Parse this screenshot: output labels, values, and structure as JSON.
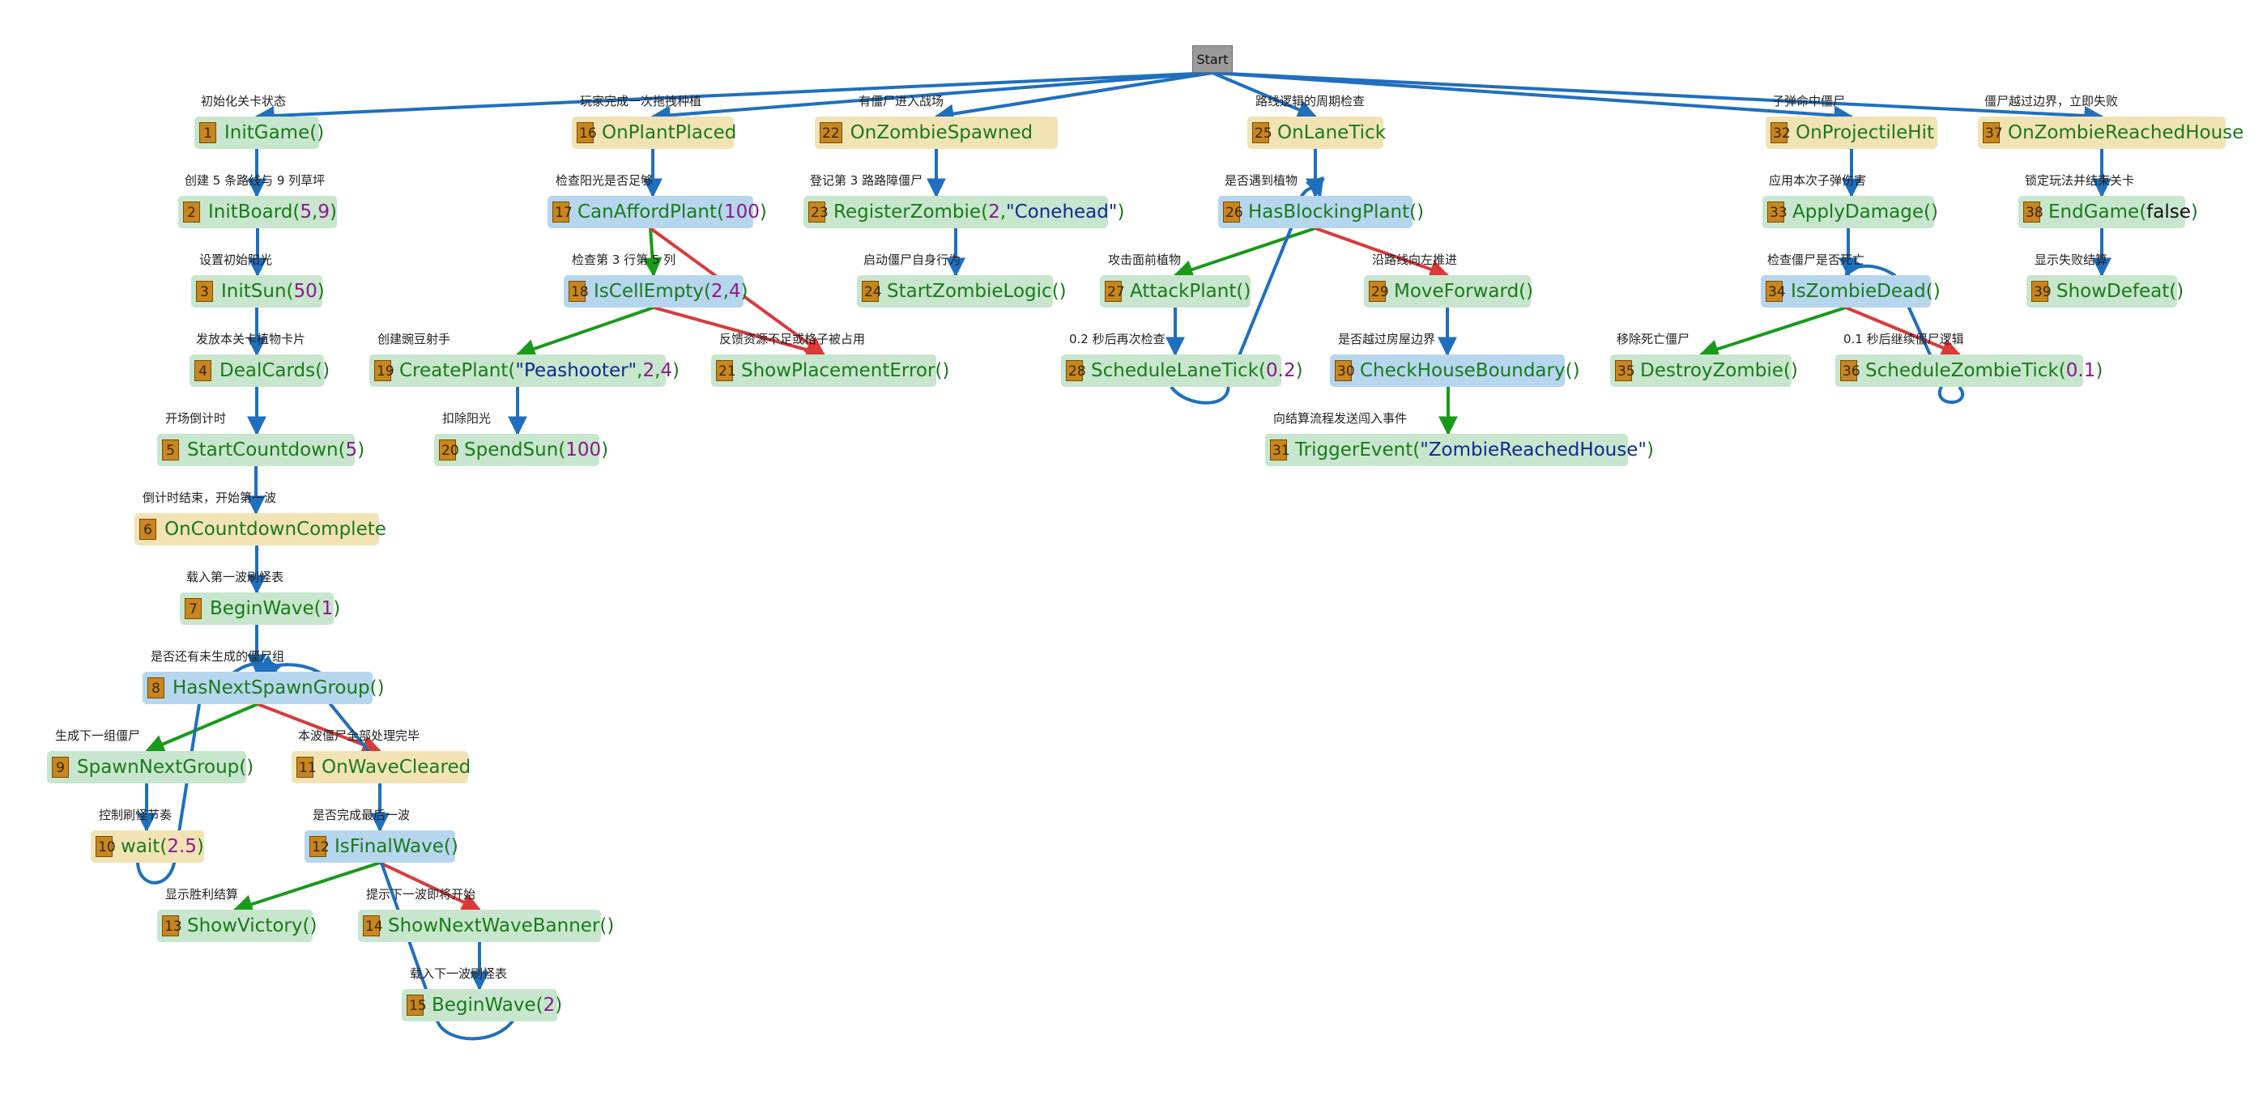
{
  "start_label": "Start",
  "nodes": [
    {
      "id": 1,
      "fn": "InitGame",
      "args": []
    },
    {
      "id": 2,
      "fn": "InitBoard",
      "args": [
        {
          "v": "5",
          "t": "num"
        },
        {
          "v": "9",
          "t": "num"
        }
      ]
    },
    {
      "id": 3,
      "fn": "InitSun",
      "args": [
        {
          "v": "50",
          "t": "num"
        }
      ]
    },
    {
      "id": 4,
      "fn": "DealCards",
      "args": []
    },
    {
      "id": 5,
      "fn": "StartCountdown",
      "args": [
        {
          "v": "5",
          "t": "num"
        }
      ]
    },
    {
      "id": 6,
      "fn": "OnCountdownComplete",
      "args": null
    },
    {
      "id": 7,
      "fn": "BeginWave",
      "args": [
        {
          "v": "1",
          "t": "num"
        }
      ]
    },
    {
      "id": 8,
      "fn": "HasNextSpawnGroup",
      "args": []
    },
    {
      "id": 9,
      "fn": "SpawnNextGroup",
      "args": []
    },
    {
      "id": 10,
      "fn": "wait",
      "args": [
        {
          "v": "2.5",
          "t": "num"
        }
      ]
    },
    {
      "id": 11,
      "fn": "OnWaveCleared",
      "args": null
    },
    {
      "id": 12,
      "fn": "IsFinalWave",
      "args": []
    },
    {
      "id": 13,
      "fn": "ShowVictory",
      "args": []
    },
    {
      "id": 14,
      "fn": "ShowNextWaveBanner",
      "args": []
    },
    {
      "id": 15,
      "fn": "BeginWave",
      "args": [
        {
          "v": "2",
          "t": "num"
        }
      ]
    },
    {
      "id": 16,
      "fn": "OnPlantPlaced",
      "args": null
    },
    {
      "id": 17,
      "fn": "CanAffordPlant",
      "args": [
        {
          "v": "100",
          "t": "num"
        }
      ]
    },
    {
      "id": 18,
      "fn": "IsCellEmpty",
      "args": [
        {
          "v": "2",
          "t": "num"
        },
        {
          "v": "4",
          "t": "num"
        }
      ]
    },
    {
      "id": 19,
      "fn": "CreatePlant",
      "args": [
        {
          "v": "\"Peashooter\"",
          "t": "str"
        },
        {
          "v": "2",
          "t": "num"
        },
        {
          "v": "4",
          "t": "num"
        }
      ]
    },
    {
      "id": 20,
      "fn": "SpendSun",
      "args": [
        {
          "v": "100",
          "t": "num"
        }
      ]
    },
    {
      "id": 21,
      "fn": "ShowPlacementError",
      "args": []
    },
    {
      "id": 22,
      "fn": "OnZombieSpawned",
      "args": null
    },
    {
      "id": 23,
      "fn": "RegisterZombie",
      "args": [
        {
          "v": "2",
          "t": "num"
        },
        {
          "v": "\"Conehead\"",
          "t": "str"
        }
      ]
    },
    {
      "id": 24,
      "fn": "StartZombieLogic",
      "args": []
    },
    {
      "id": 25,
      "fn": "OnLaneTick",
      "args": null
    },
    {
      "id": 26,
      "fn": "HasBlockingPlant",
      "args": []
    },
    {
      "id": 27,
      "fn": "AttackPlant",
      "args": []
    },
    {
      "id": 28,
      "fn": "ScheduleLaneTick",
      "args": [
        {
          "v": "0.2",
          "t": "num"
        }
      ]
    },
    {
      "id": 29,
      "fn": "MoveForward",
      "args": []
    },
    {
      "id": 30,
      "fn": "CheckHouseBoundary",
      "args": []
    },
    {
      "id": 31,
      "fn": "TriggerEvent",
      "args": [
        {
          "v": "\"ZombieReachedHouse\"",
          "t": "str"
        }
      ]
    },
    {
      "id": 32,
      "fn": "OnProjectileHit",
      "args": null
    },
    {
      "id": 33,
      "fn": "ApplyDamage",
      "args": []
    },
    {
      "id": 34,
      "fn": "IsZombieDead",
      "args": []
    },
    {
      "id": 35,
      "fn": "DestroyZombie",
      "args": []
    },
    {
      "id": 36,
      "fn": "ScheduleZombieTick",
      "args": [
        {
          "v": "0.1",
          "t": "num"
        }
      ]
    },
    {
      "id": 37,
      "fn": "OnZombieReachedHouse",
      "args": null
    },
    {
      "id": 38,
      "fn": "EndGame",
      "args": [
        {
          "v": "false",
          "t": "kw"
        }
      ]
    },
    {
      "id": 39,
      "fn": "ShowDefeat",
      "args": []
    }
  ],
  "edge_labels": [
    "初始化关卡状态",
    "创建 5 条路线与 9 列草坪",
    "设置初始阳光",
    "发放本关卡植物卡片",
    "开场倒计时",
    "倒计时结束，开始第一波",
    "载入第一波刷怪表",
    "是否还有未生成的僵尸组",
    "生成下一组僵尸",
    "控制刷怪节奏",
    "本波僵尸全部处理完毕",
    "是否完成最后一波",
    "显示胜利结算",
    "提示下一波即将开始",
    "载入下一波刷怪表",
    "玩家完成一次拖拽种植",
    "检查阳光是否足够",
    "检查第 3 行第 5 列",
    "创建豌豆射手",
    "扣除阳光",
    "反馈资源不足或格子被占用",
    "有僵尸进入战场",
    "登记第 3 路路障僵尸",
    "启动僵尸自身行为",
    "路线逻辑的周期检查",
    "是否遇到植物",
    "攻击面前植物",
    "0.2 秒后再次检查",
    "沿路线向左推进",
    "是否越过房屋边界",
    "向结算流程发送闯入事件",
    "子弹命中僵尸",
    "应用本次子弹伤害",
    "检查僵尸是否死亡",
    "移除死亡僵尸",
    "0.1 秒后继续僵尸逻辑",
    "僵尸越过边界，立即失败",
    "锁定玩法并结束关卡",
    "显示失败结算"
  ],
  "colors": {
    "flow_edge": "#1f6fbf",
    "true_edge": "#1a9a1a",
    "false_edge": "#d93a3a",
    "action_node": "#c7e6cd",
    "event_node": "#f2e3b5",
    "branch_node": "#b6d6ee",
    "index_badge": "#c8861e",
    "start_node": "#9a9a9a"
  }
}
